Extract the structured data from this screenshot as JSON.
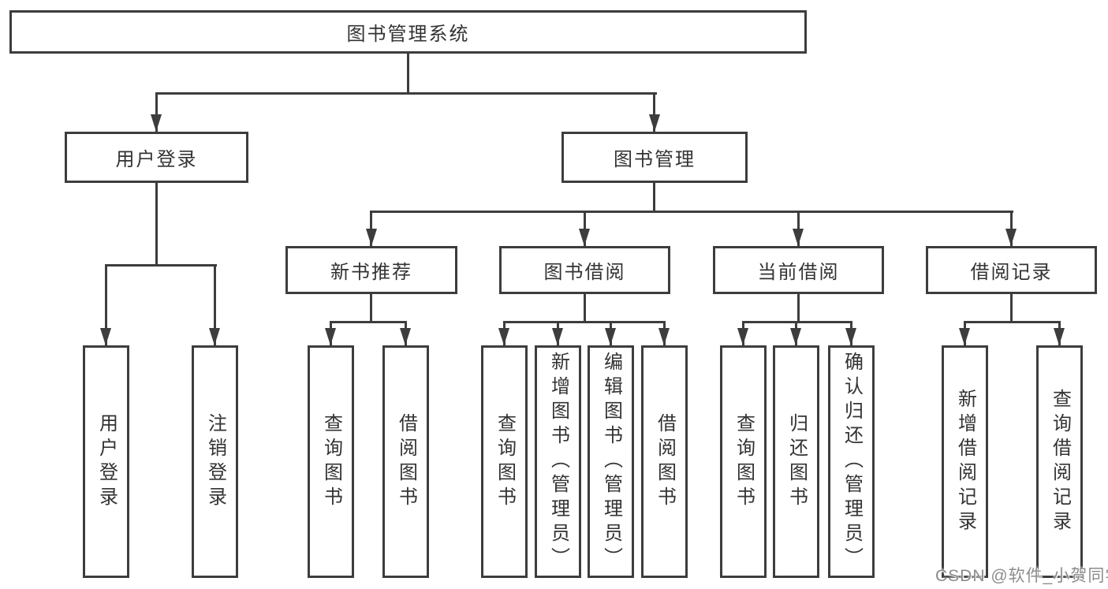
{
  "diagram": {
    "type": "org-tree",
    "root": {
      "label": "图书管理系统"
    },
    "children": [
      {
        "label": "用户登录",
        "children": [
          {
            "label": "用户登录"
          },
          {
            "label": "注销登录"
          }
        ]
      },
      {
        "label": "图书管理",
        "children": [
          {
            "label": "新书推荐",
            "children": [
              {
                "label": "查询图书"
              },
              {
                "label": "借阅图书"
              }
            ]
          },
          {
            "label": "图书借阅",
            "children": [
              {
                "label": "查询图书"
              },
              {
                "label": "新增图书（管理员）"
              },
              {
                "label": "编辑图书（管理员）"
              },
              {
                "label": "借阅图书"
              }
            ]
          },
          {
            "label": "当前借阅",
            "children": [
              {
                "label": "查询图书"
              },
              {
                "label": "归还图书"
              },
              {
                "label": "确认归还（管理员）"
              }
            ]
          },
          {
            "label": "借阅记录",
            "children": [
              {
                "label": "新增借阅记录"
              },
              {
                "label": "查询借阅记录"
              }
            ]
          }
        ]
      }
    ]
  },
  "watermark": {
    "text": "CSDN @软件_小贺同学"
  },
  "colors": {
    "line": "#3d3d3d",
    "text": "#333333",
    "background": "#ffffff",
    "watermark": "#8c8c8c"
  }
}
